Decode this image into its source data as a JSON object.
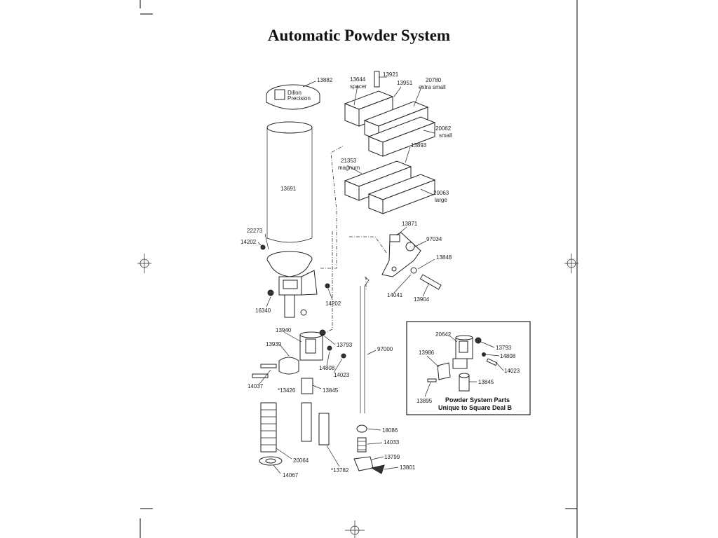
{
  "title": "Automatic Powder System",
  "part_labels": {
    "p13882": "13882",
    "p13691": "13691",
    "p22273": "22273",
    "p14202a": "14202",
    "p14202b": "14202",
    "p16340": "16340",
    "p13940": "13940",
    "p13939": "13939",
    "p13793": "13793",
    "p14808": "14808",
    "p14023": "14023",
    "p14037": "14037",
    "p13426": "*13426",
    "p13845": "13845",
    "p20064": "20064",
    "p14067": "14067",
    "p13782": "*13782",
    "p13644": "13644",
    "p13644b": "spacer",
    "p13921": "13921",
    "p13951": "13951",
    "p20780": "20780",
    "p20780b": "extra small",
    "p20062": "20062",
    "p20062b": "small",
    "p21353": "21353",
    "p21353b": "magnum",
    "p13893": "13893",
    "p20063": "20063",
    "p20063b": "large",
    "p13871": "13871",
    "p97034": "97034",
    "p13848": "13848",
    "p14041": "14041",
    "p13904": "13904",
    "p97000": "97000",
    "p18086": "18086",
    "p14033": "14033",
    "p13799": "13799",
    "p13801": "13801"
  },
  "cap_logo": [
    "Dillon",
    "Precision"
  ],
  "inset": {
    "title_line1": "Powder System Parts",
    "title_line2": "Unique to Square Deal B",
    "labels": {
      "i20642": "20642",
      "i13793": "13793",
      "i14808": "14808",
      "i13986": "13986",
      "i14023": "14023",
      "i13845": "13845",
      "i13895": "13895"
    }
  }
}
